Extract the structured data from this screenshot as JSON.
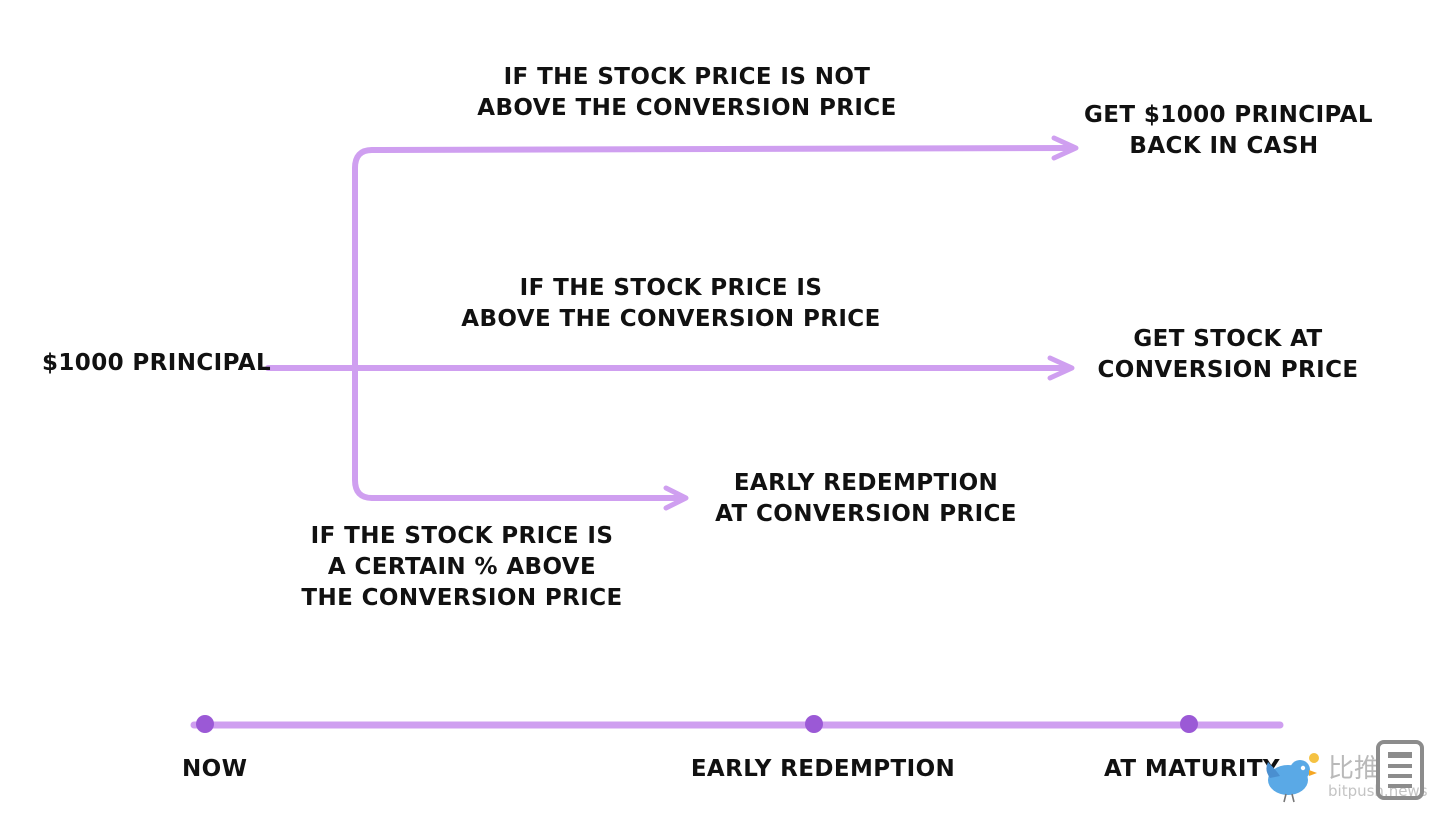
{
  "colors": {
    "arrow": "#cf9ff0",
    "timeline": "#cf9ff0",
    "dot": "#9b59d6",
    "text": "#111111"
  },
  "start": {
    "lines": [
      "$1000 PRINCIPAL"
    ]
  },
  "branches": {
    "top": {
      "condition": [
        "IF THE STOCK PRICE IS NOT",
        "ABOVE THE CONVERSION PRICE"
      ],
      "outcome": [
        "GET $1000 PRINCIPAL",
        "BACK IN CASH"
      ]
    },
    "middle": {
      "condition": [
        "IF THE STOCK PRICE IS",
        "ABOVE THE CONVERSION PRICE"
      ],
      "outcome": [
        "GET STOCK AT",
        "CONVERSION PRICE"
      ]
    },
    "bottom": {
      "condition": [
        "IF THE STOCK PRICE IS",
        "A CERTAIN % ABOVE",
        "THE CONVERSION PRICE"
      ],
      "outcome": [
        "EARLY REDEMPTION",
        "AT CONVERSION PRICE"
      ]
    }
  },
  "timeline": {
    "now": "NOW",
    "early": "EARLY REDEMPTION",
    "maturity": "AT MATURITY"
  },
  "watermark": {
    "icon": "bird-logo-icon",
    "cn": "比推",
    "en": "bitpush.news"
  }
}
